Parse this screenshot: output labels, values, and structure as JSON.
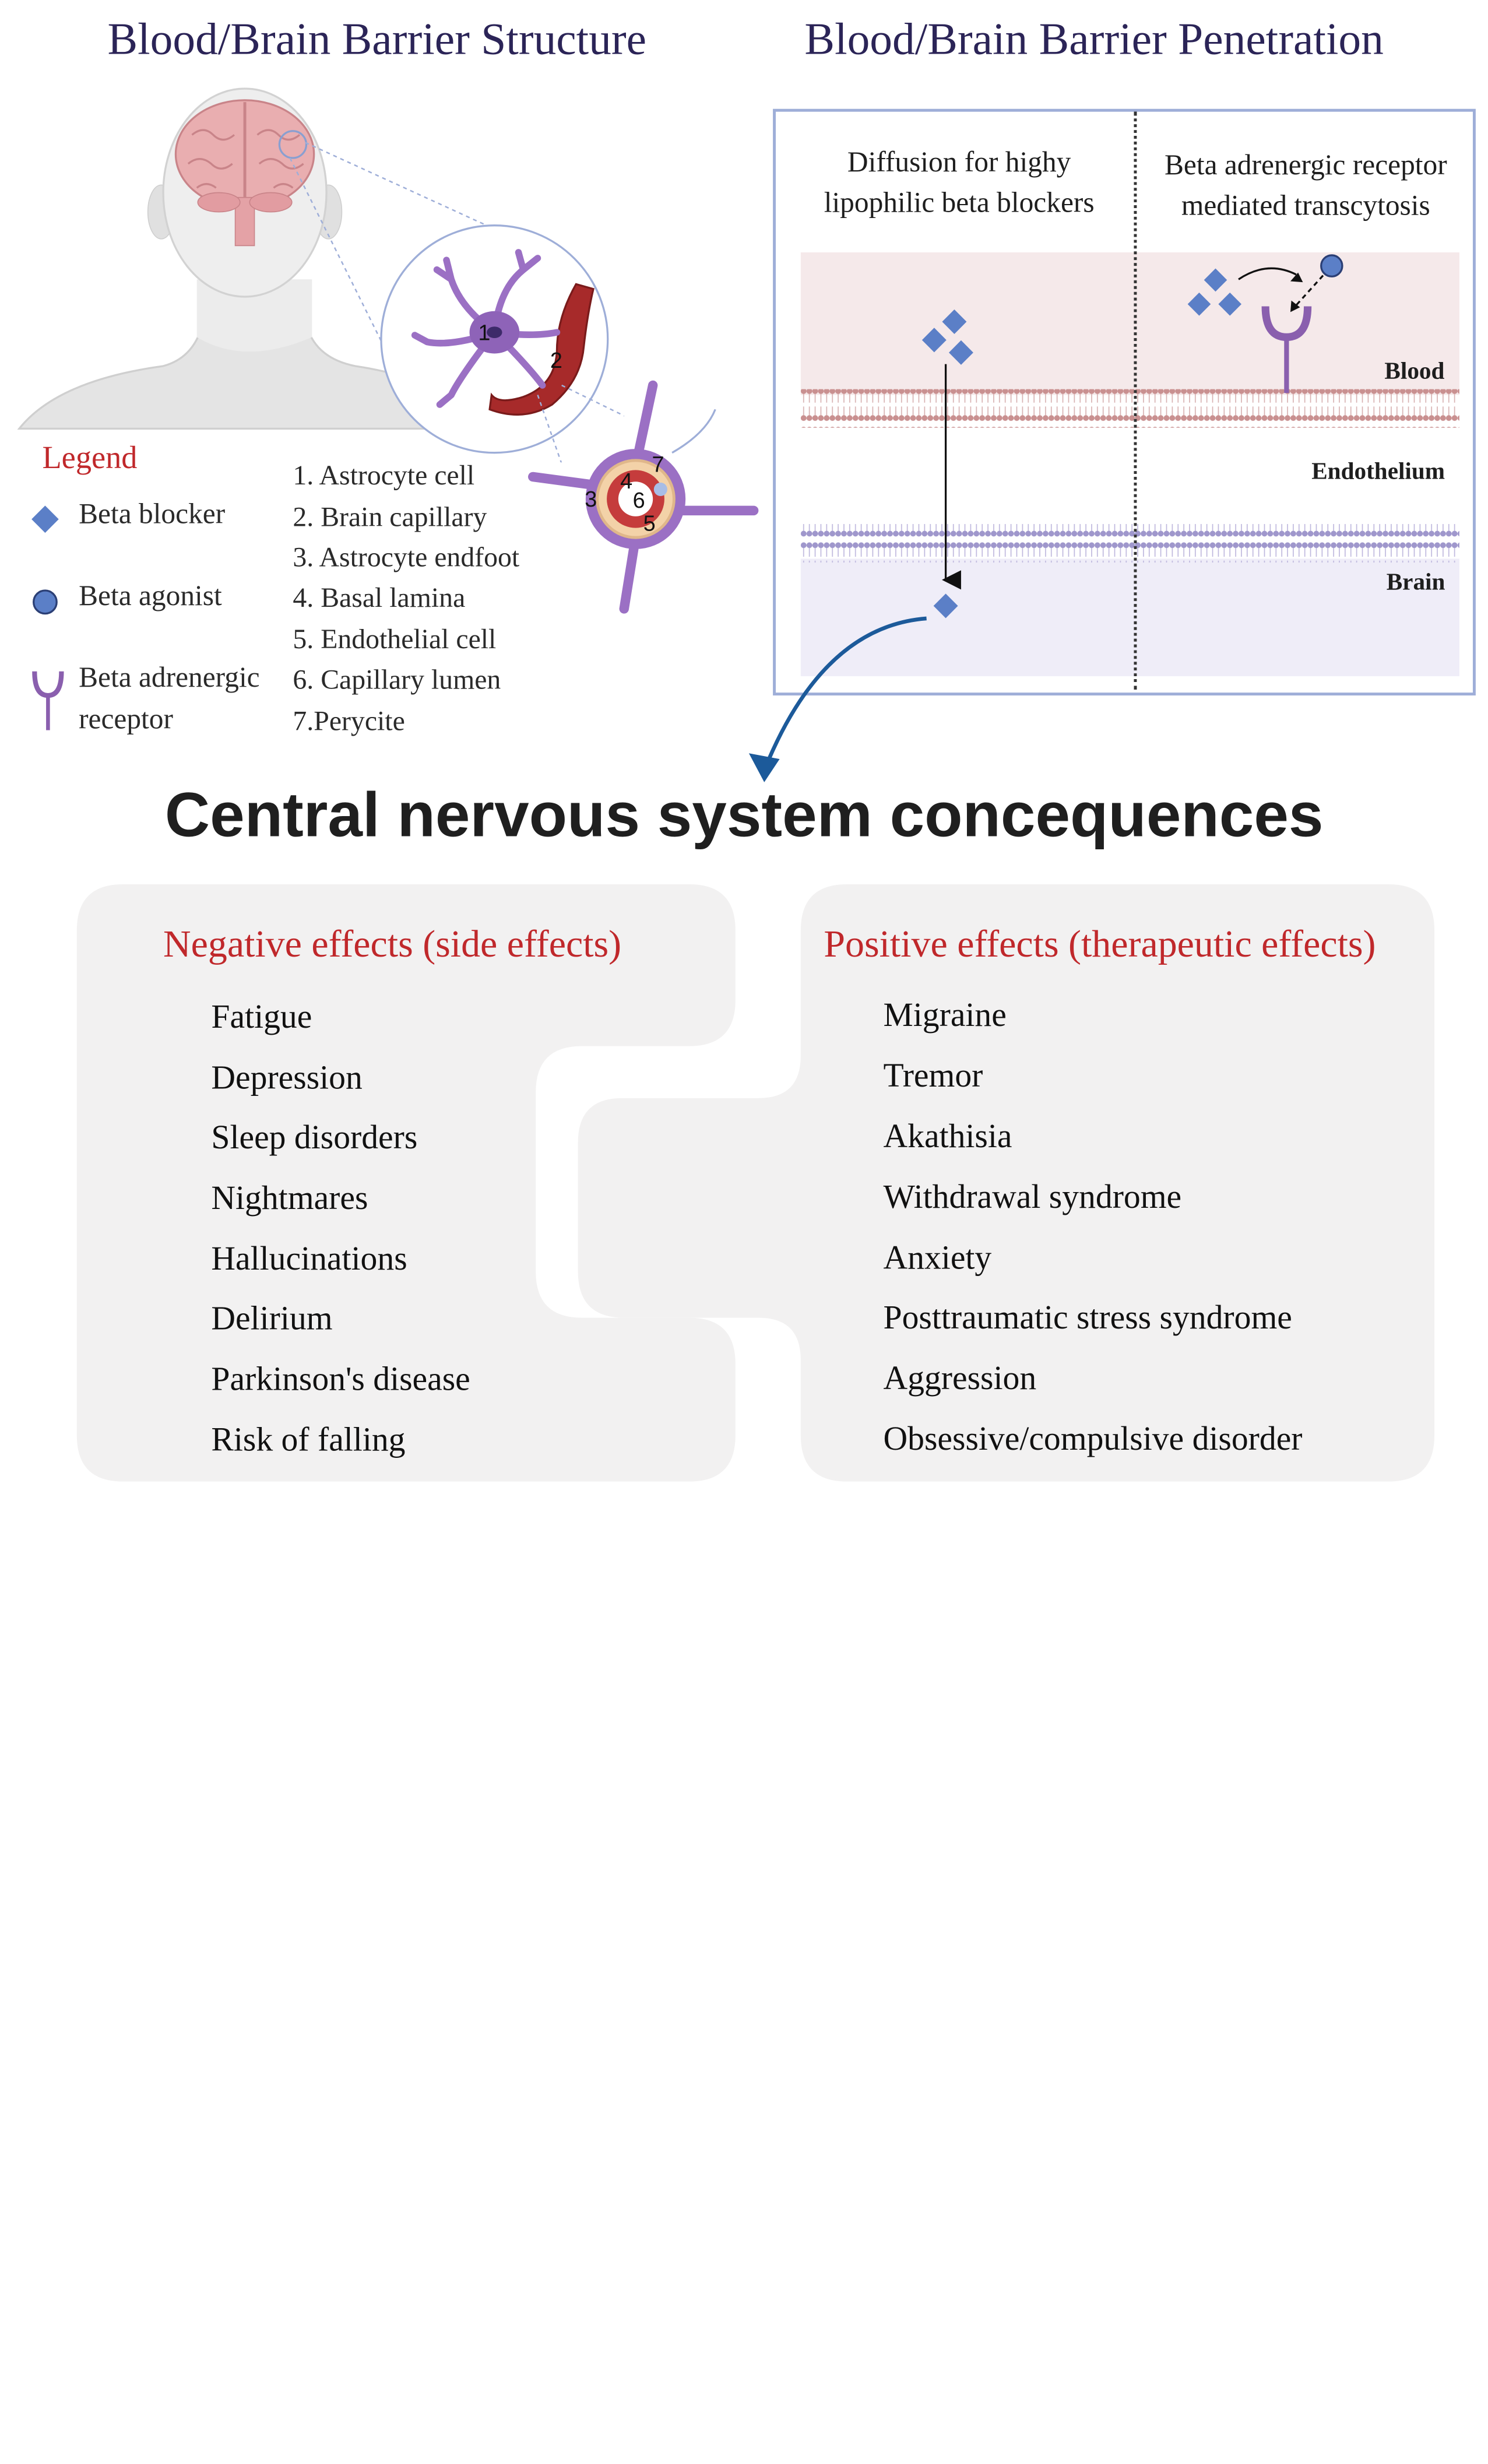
{
  "titles": {
    "structure": "Blood/Brain Barrier Structure",
    "penetration": "Blood/Brain Barrier Penetration"
  },
  "penetration_box": {
    "left_header": [
      "Diffusion for highy",
      "lipophilic beta blockers"
    ],
    "right_header": [
      "Beta adrenergic receptor",
      "mediated transcytosis"
    ],
    "layers": {
      "blood": "Blood",
      "endothelium": "Endothelium",
      "brain": "Brain"
    }
  },
  "legend": {
    "title": "Legend",
    "items": [
      {
        "label": "Beta blocker",
        "icon": "diamond-icon"
      },
      {
        "label": "Beta agonist",
        "icon": "circle-icon"
      },
      {
        "label_lines": [
          "Beta adrenergic",
          "receptor"
        ],
        "icon": "receptor-icon"
      }
    ]
  },
  "numbered_list": [
    "1. Astrocyte cell",
    "2. Brain capillary",
    "3. Astrocyte endfoot",
    "4. Basal lamina",
    "5. Endothelial cell",
    "6. Capillary lumen",
    "7.Perycite"
  ],
  "diagram_numbers": [
    "1",
    "2",
    "3",
    "4",
    "5",
    "6",
    "7"
  ],
  "cns_title": "Central nervous system concequences",
  "negative": {
    "title": "Negative effects (side effects)",
    "items": [
      "Fatigue",
      "Depression",
      "Sleep disorders",
      "Nightmares",
      "Hallucinations",
      "Delirium",
      "Parkinson's disease",
      "Risk of falling"
    ]
  },
  "positive": {
    "title": "Positive effects (therapeutic effects)",
    "items": [
      "Migraine",
      "Tremor",
      "Akathisia",
      "Withdrawal syndrome",
      "Anxiety",
      "Posttraumatic stress syndrome",
      "Aggression",
      "Obsessive/compulsive disorder"
    ]
  },
  "colors": {
    "title_navy": "#2b2457",
    "red_heading": "#c0282b",
    "beta_blocker_blue": "#5b7fc7",
    "receptor_purple": "#8a5fae",
    "blood_band": "#f5e9ea",
    "brain_band": "#efedf8",
    "panel_grey": "#f2f1f1",
    "arrow_blue": "#1c5a9a"
  }
}
